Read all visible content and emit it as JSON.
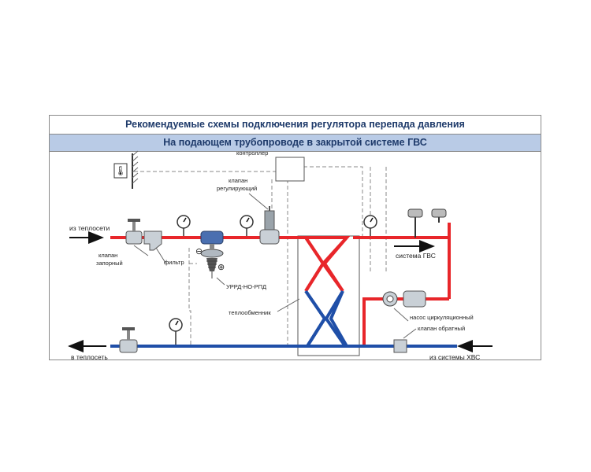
{
  "header": {
    "title": "Рекомендуемые схемы подключения регулятора перепада давления",
    "subtitle": "На подающем трубопроводе в закрытой системе ГВС"
  },
  "labels": {
    "controller": "контроллер",
    "control_valve_line1": "клапан",
    "control_valve_line2": "регулирующий",
    "from_heat_network": "из теплосети",
    "to_heat_network": "в теплосеть",
    "shutoff_valve_line1": "клапан",
    "shutoff_valve_line2": "запорный",
    "filter": "фильтр",
    "regulator": "УРРД-НО-РПД",
    "heat_exchanger": "теплообменник",
    "hot_water_system": "система ГВС",
    "circulation_pump": "насос циркуляционный",
    "check_valve": "клапан обратный",
    "from_cold_water": "из системы ХВС",
    "minus_sign": "⊖",
    "plus_sign": "⊕"
  },
  "colors": {
    "supply_pipe": "#e8262a",
    "return_pipe": "#1f4fa8",
    "title_bar": "#b9cbe6",
    "title_text": "#1e3a6a"
  }
}
